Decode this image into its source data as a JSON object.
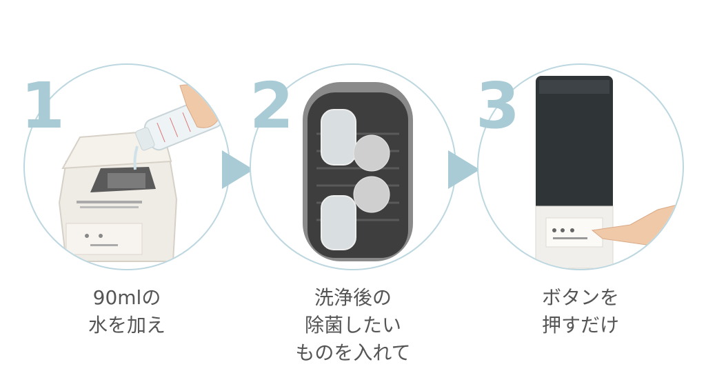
{
  "steps": [
    {
      "number": "1",
      "lines": [
        "90mlの",
        "水を加え"
      ]
    },
    {
      "number": "2",
      "lines": [
        "洗浄後の",
        "除菌したい",
        "ものを入れて"
      ]
    },
    {
      "number": "3",
      "lines": [
        "ボタンを",
        "押すだけ"
      ]
    }
  ],
  "colors": {
    "accent": "#a9cbd6",
    "circle_border": "#bcd7e0",
    "caption_text": "#555555"
  },
  "icons": {
    "step1": "device-pouring-water-illustration",
    "step2": "device-interior-bottles-illustration",
    "step3": "device-button-press-illustration",
    "arrows": "arrow-right-icon"
  }
}
